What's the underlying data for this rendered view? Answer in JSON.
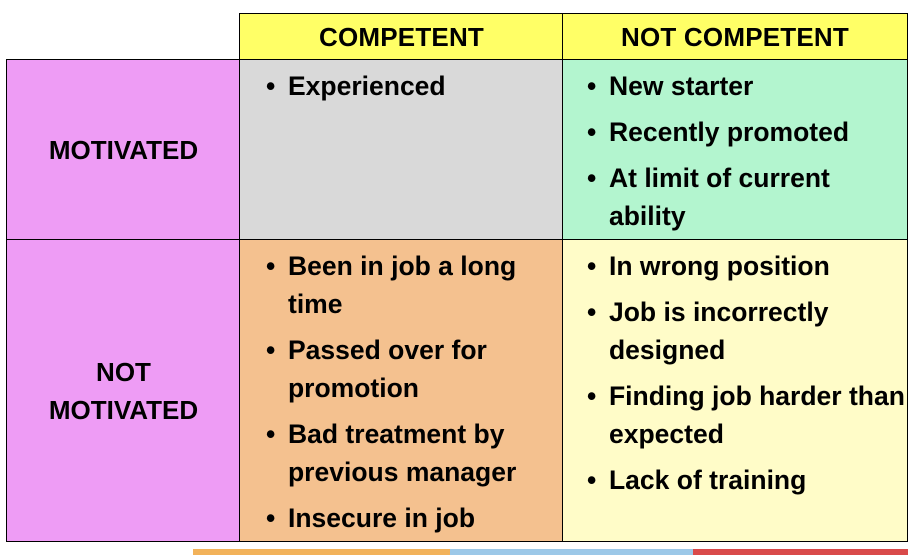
{
  "columns": {
    "competent": "COMPETENT",
    "not_competent": "NOT COMPETENT"
  },
  "rows": {
    "motivated": [
      "MOTIVATED"
    ],
    "not_motivated": [
      "NOT",
      "MOTIVATED"
    ]
  },
  "cells": {
    "motivated_competent": [
      "Experienced"
    ],
    "motivated_not_competent": [
      "New starter",
      "Recently promoted",
      "At limit of current ability"
    ],
    "not_motivated_competent": [
      "Been in job a long time",
      "Passed over for promotion",
      "Bad treatment by previous manager",
      "Insecure in job"
    ],
    "not_motivated_not_competent": [
      "In wrong position",
      "Job is incorrectly designed",
      "Finding job harder than expected",
      "Lack of training"
    ]
  },
  "bullet": "•",
  "colors": {
    "header_yellow": "#FFFF66",
    "row_label_pink": "#EE9CF5",
    "cell_grey": "#D9D9D9",
    "cell_green": "#B3F5CF",
    "cell_orange": "#F4C18F",
    "cell_cream": "#FFFCC8",
    "strip_orange": "#F2B25A",
    "strip_blue": "#9CC8E8",
    "strip_red": "#D94A4A"
  }
}
